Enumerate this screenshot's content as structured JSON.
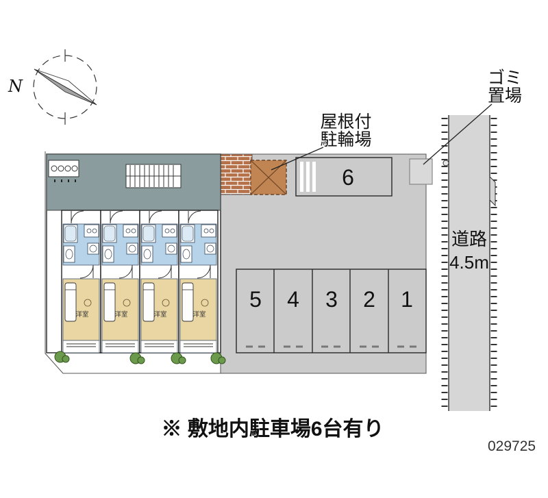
{
  "compass": {
    "label": "N"
  },
  "callouts": {
    "bicycle_line1": "屋根付",
    "bicycle_line2": "駐輪場",
    "garbage_line1": "ゴミ",
    "garbage_line2": "置場"
  },
  "road": {
    "name": "道路",
    "width": "4.5m"
  },
  "parking": {
    "stalls": [
      {
        "label": "6"
      },
      {
        "label": "5"
      },
      {
        "label": "4"
      },
      {
        "label": "3"
      },
      {
        "label": "2"
      },
      {
        "label": "1"
      }
    ]
  },
  "units": [
    {
      "room": "洋室"
    },
    {
      "room": "洋室"
    },
    {
      "room": "洋室"
    },
    {
      "room": "洋室"
    }
  ],
  "footer": {
    "note": "※ 敷地内駐車場6台有り",
    "plan_number": "029725"
  },
  "colors": {
    "lot_gray": "#cbcbcb",
    "road_gray": "#d6d6d6",
    "roof_teal": "#8a9c9d",
    "unit_blue": "#b7d3e9",
    "room_tan": "#e9d6a3",
    "brick": "#b5714a",
    "bicycle_brown": "#c08552",
    "bush_green": "#6b9a4c"
  }
}
